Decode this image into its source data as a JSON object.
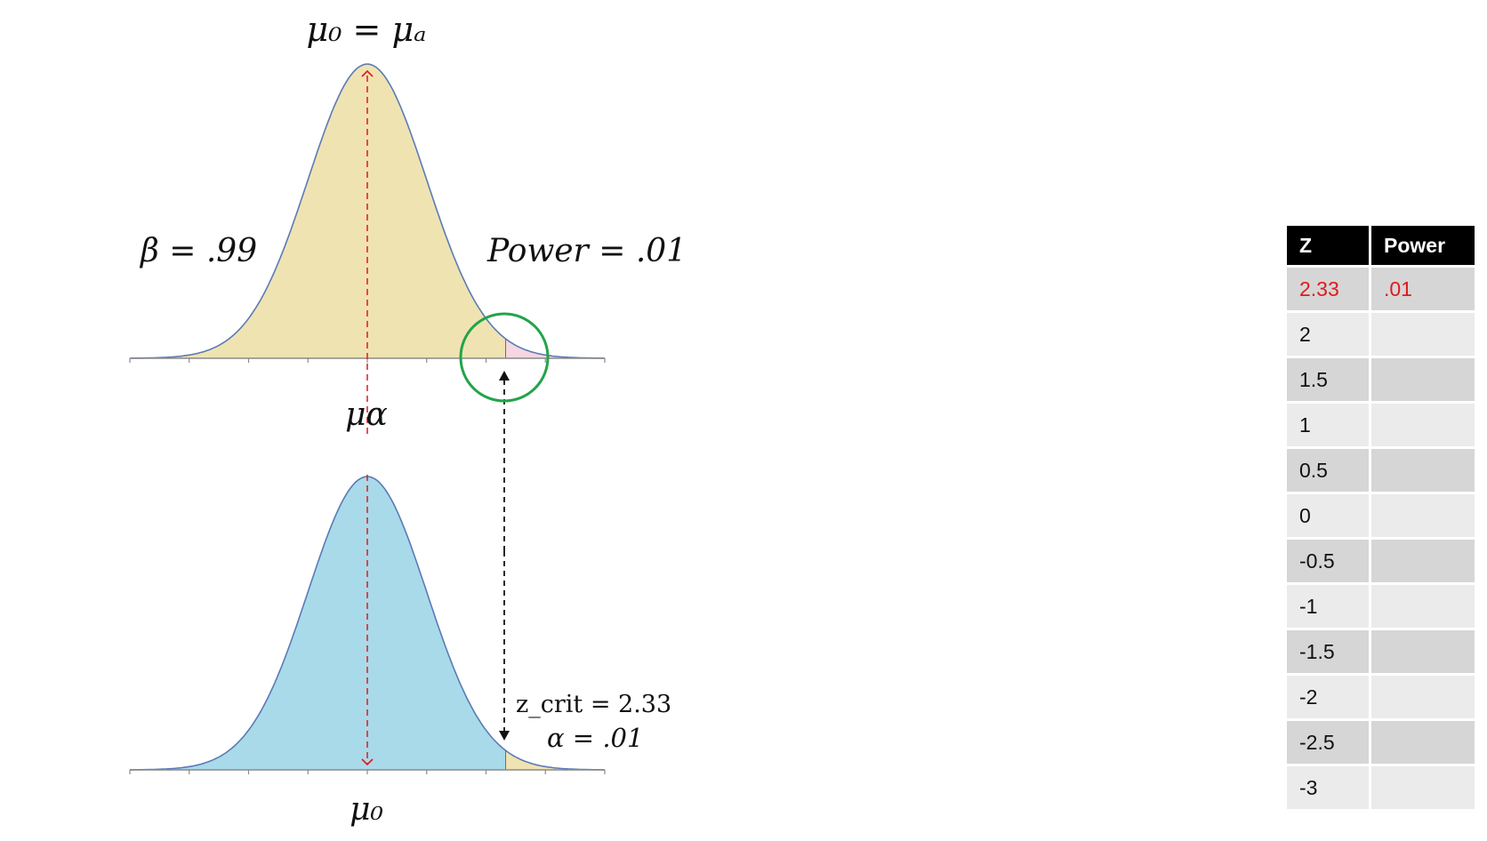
{
  "labels": {
    "top_title": "μ₀ = μₐ",
    "beta": "β = .99",
    "power": "Power = .01",
    "mu_alt": "μα",
    "mu_null": "μ₀",
    "z_crit": "z_crit = 2.33",
    "alpha": "α = .01"
  },
  "distributions": {
    "alternative": {
      "mean": 0,
      "sd": 1,
      "fill": "#f0e3b2",
      "power_tail_fill": "#f6d6e0"
    },
    "null": {
      "mean": 0,
      "sd": 1,
      "fill": "#a9daea",
      "alpha_tail_fill": "#f0e3b2"
    },
    "critical_z": 2.33,
    "x_range": [
      -4,
      4
    ],
    "highlight_circle_color": "#22a44a",
    "mean_line_color": "#e0191b"
  },
  "table": {
    "headers": [
      "Z",
      "Power"
    ],
    "rows": [
      {
        "z": "2.33",
        "power": ".01",
        "highlight": true
      },
      {
        "z": "2",
        "power": ""
      },
      {
        "z": "1.5",
        "power": ""
      },
      {
        "z": "1",
        "power": ""
      },
      {
        "z": "0.5",
        "power": ""
      },
      {
        "z": "0",
        "power": ""
      },
      {
        "z": "-0.5",
        "power": ""
      },
      {
        "z": "-1",
        "power": ""
      },
      {
        "z": "-1.5",
        "power": ""
      },
      {
        "z": "-2",
        "power": ""
      },
      {
        "z": "-2.5",
        "power": ""
      },
      {
        "z": "-3",
        "power": ""
      }
    ],
    "highlight_color": "#e0191b"
  }
}
